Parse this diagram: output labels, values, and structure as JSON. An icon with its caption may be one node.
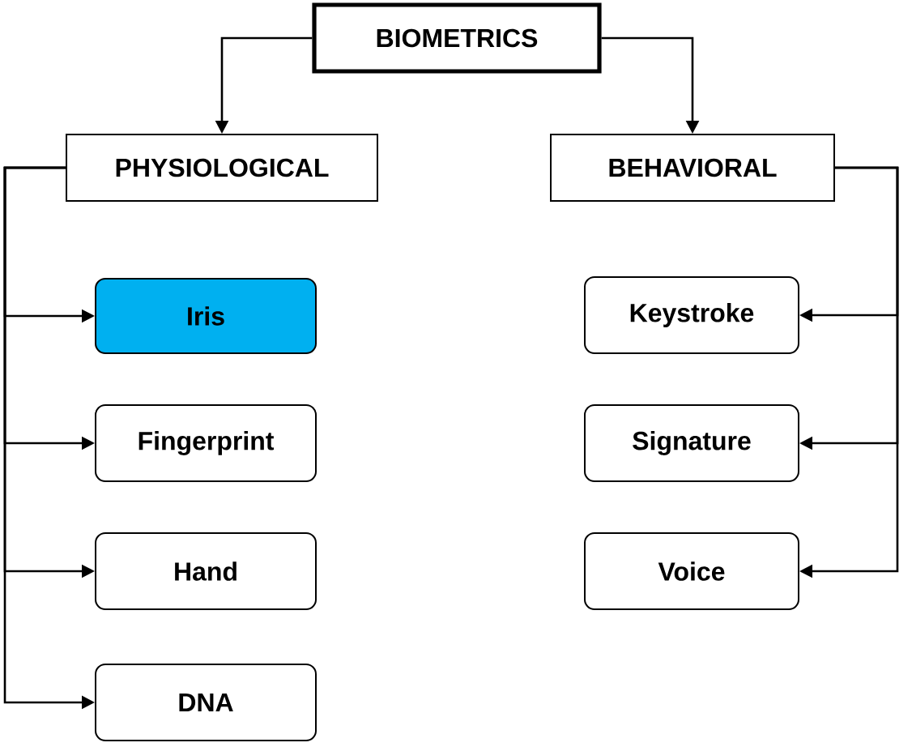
{
  "diagram": {
    "nodes": [
      {
        "text": [
          "BIOMETRICS"
        ]
      },
      {
        "text": [
          "PHYSIOLOGICAL"
        ]
      },
      {
        "text": [
          "BEHAVIORAL"
        ]
      },
      {
        "text": [
          "Iris"
        ]
      },
      {
        "text": [
          "Keystroke"
        ]
      },
      {
        "text": [
          "Fingerprint"
        ]
      },
      {
        "text": [
          "Signature"
        ]
      },
      {
        "text": [
          "Hand"
        ]
      },
      {
        "text": [
          "Voice"
        ]
      },
      {
        "text": [
          "DNA"
        ]
      }
    ],
    "edges": [
      {
        "from": 0,
        "to": 1,
        "arrow": "to"
      },
      {
        "from": 0,
        "to": 2,
        "arrow": "to"
      },
      {
        "from": 1,
        "to": 3,
        "arrow": "to"
      },
      {
        "from": 1,
        "to": 5,
        "arrow": "to"
      },
      {
        "from": 1,
        "to": 7,
        "arrow": "to"
      },
      {
        "from": 1,
        "to": 9,
        "arrow": "to"
      },
      {
        "from": 2,
        "to": 4,
        "arrow": "to"
      },
      {
        "from": 2,
        "to": 6,
        "arrow": "to"
      },
      {
        "from": 2,
        "to": 8,
        "arrow": "to"
      }
    ]
  }
}
